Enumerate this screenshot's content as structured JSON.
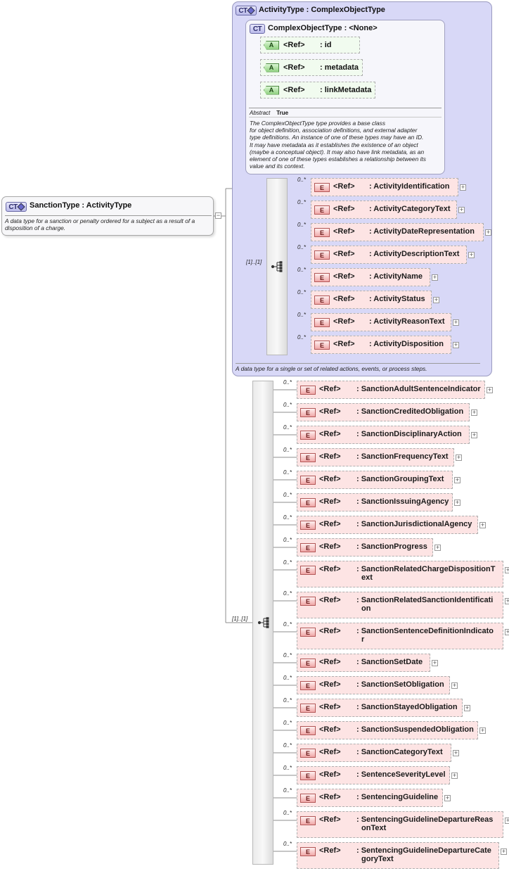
{
  "root": {
    "badge": "CT",
    "name": "SanctionType",
    "base": ": ActivityType",
    "description": "A data type for a sanction or penalty ordered for a subject as a result of a disposition of a charge."
  },
  "activity_type": {
    "badge": "CT",
    "title": "ActivityType : ComplexObjectType",
    "description": "A data type for a single or set of related actions, events, or process steps.",
    "sequence_cardinality": "[1]..[1]"
  },
  "complex_object_type": {
    "badge": "CT",
    "title": "ComplexObjectType : <None>",
    "abstract_label": "Abstract",
    "abstract_value": "True",
    "description_lines": [
      "The ComplexObjectType type provides a base class",
      "for object definition, association definitions, and external adapter",
      "type definitions. An instance of one of these types may have an ID.",
      "It may have metadata as it establishes the existence of an object",
      "(maybe a conceptual object). It may also have link metadata, as an",
      "element of one of these types establishes a relationship between its",
      "value and its context."
    ],
    "attributes": [
      {
        "badge": "A",
        "ref": "<Ref>",
        "name": ": id"
      },
      {
        "badge": "A",
        "ref": "<Ref>",
        "name": ": metadata"
      },
      {
        "badge": "A",
        "ref": "<Ref>",
        "name": ": linkMetadata"
      }
    ]
  },
  "activity_elements": [
    {
      "badge": "E",
      "ref": "<Ref>",
      "name": ": ActivityIdentification",
      "card": "0..*"
    },
    {
      "badge": "E",
      "ref": "<Ref>",
      "name": ": ActivityCategoryText",
      "card": "0..*"
    },
    {
      "badge": "E",
      "ref": "<Ref>",
      "name": ": ActivityDateRepresentation",
      "card": "0..*"
    },
    {
      "badge": "E",
      "ref": "<Ref>",
      "name": ": ActivityDescriptionText",
      "card": "0..*"
    },
    {
      "badge": "E",
      "ref": "<Ref>",
      "name": ": ActivityName",
      "card": "0..*"
    },
    {
      "badge": "E",
      "ref": "<Ref>",
      "name": ": ActivityStatus",
      "card": "0..*"
    },
    {
      "badge": "E",
      "ref": "<Ref>",
      "name": ": ActivityReasonText",
      "card": "0..*"
    },
    {
      "badge": "E",
      "ref": "<Ref>",
      "name": ": ActivityDisposition",
      "card": "0..*"
    }
  ],
  "sanction_sequence_cardinality": "[1]..[1]",
  "sanction_elements": [
    {
      "badge": "E",
      "ref": "<Ref>",
      "name": ": SanctionAdultSentenceIndicator",
      "card": "0..*"
    },
    {
      "badge": "E",
      "ref": "<Ref>",
      "name": ": SanctionCreditedObligation",
      "card": "0..*"
    },
    {
      "badge": "E",
      "ref": "<Ref>",
      "name": ": SanctionDisciplinaryAction",
      "card": "0..*"
    },
    {
      "badge": "E",
      "ref": "<Ref>",
      "name": ": SanctionFrequencyText",
      "card": "0..*"
    },
    {
      "badge": "E",
      "ref": "<Ref>",
      "name": ": SanctionGroupingText",
      "card": "0..*"
    },
    {
      "badge": "E",
      "ref": "<Ref>",
      "name": ": SanctionIssuingAgency",
      "card": "0..*"
    },
    {
      "badge": "E",
      "ref": "<Ref>",
      "name": ": SanctionJurisdictionalAgency",
      "card": "0..*"
    },
    {
      "badge": "E",
      "ref": "<Ref>",
      "name": ": SanctionProgress",
      "card": "0..*"
    },
    {
      "badge": "E",
      "ref": "<Ref>",
      "name": ": SanctionRelatedChargeDispositionT",
      "name2": "ext",
      "card": "0..*"
    },
    {
      "badge": "E",
      "ref": "<Ref>",
      "name": ": SanctionRelatedSanctionIdentificati",
      "name2": "on",
      "card": "0..*"
    },
    {
      "badge": "E",
      "ref": "<Ref>",
      "name": ": SanctionSentenceDefinitionIndicato",
      "name2": "r",
      "card": "0..*"
    },
    {
      "badge": "E",
      "ref": "<Ref>",
      "name": ": SanctionSetDate",
      "card": "0..*"
    },
    {
      "badge": "E",
      "ref": "<Ref>",
      "name": ": SanctionSetObligation",
      "card": "0..*"
    },
    {
      "badge": "E",
      "ref": "<Ref>",
      "name": ": SanctionStayedObligation",
      "card": "0..*"
    },
    {
      "badge": "E",
      "ref": "<Ref>",
      "name": ": SanctionSuspendedObligation",
      "card": "0..*"
    },
    {
      "badge": "E",
      "ref": "<Ref>",
      "name": ": SanctionCategoryText",
      "card": "0..*"
    },
    {
      "badge": "E",
      "ref": "<Ref>",
      "name": ": SentenceSeverityLevel",
      "card": "0..*"
    },
    {
      "badge": "E",
      "ref": "<Ref>",
      "name": ": SentencingGuideline",
      "card": "0..*"
    },
    {
      "badge": "E",
      "ref": "<Ref>",
      "name": ": SentencingGuidelineDepartureReas",
      "name2": "onText",
      "card": "0..*"
    },
    {
      "badge": "E",
      "ref": "<Ref>",
      "name": ": SentencingGuidelineDepartureCate",
      "name2": "goryText",
      "card": "0..*"
    }
  ],
  "expand_symbol": "+"
}
